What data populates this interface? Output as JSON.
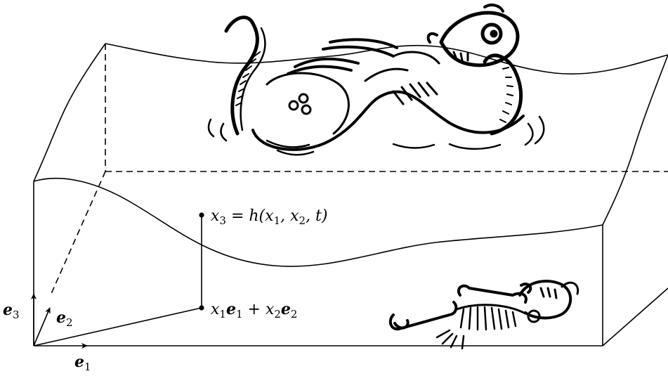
{
  "diagram": {
    "labels": {
      "surface_eq": {
        "lhs": "x",
        "lhs_sub": "3",
        "rhs": " = h(x",
        "a_sub": "1",
        "mid": ", x",
        "b_sub": "2",
        "tail": ", t)"
      },
      "base_point": {
        "x1": "x",
        "x1_sub": "1",
        "e1": "e",
        "e1_sub": "1",
        "plus": " + ",
        "x2": "x",
        "x2_sub": "2",
        "e2": "e",
        "e2_sub": "2"
      },
      "axis_e1": {
        "name": "e",
        "sub": "1"
      },
      "axis_e2": {
        "name": "e",
        "sub": "2"
      },
      "axis_e3": {
        "name": "e",
        "sub": "3"
      }
    },
    "illustrations": [
      "sea-serpent",
      "fish-skeleton"
    ]
  }
}
